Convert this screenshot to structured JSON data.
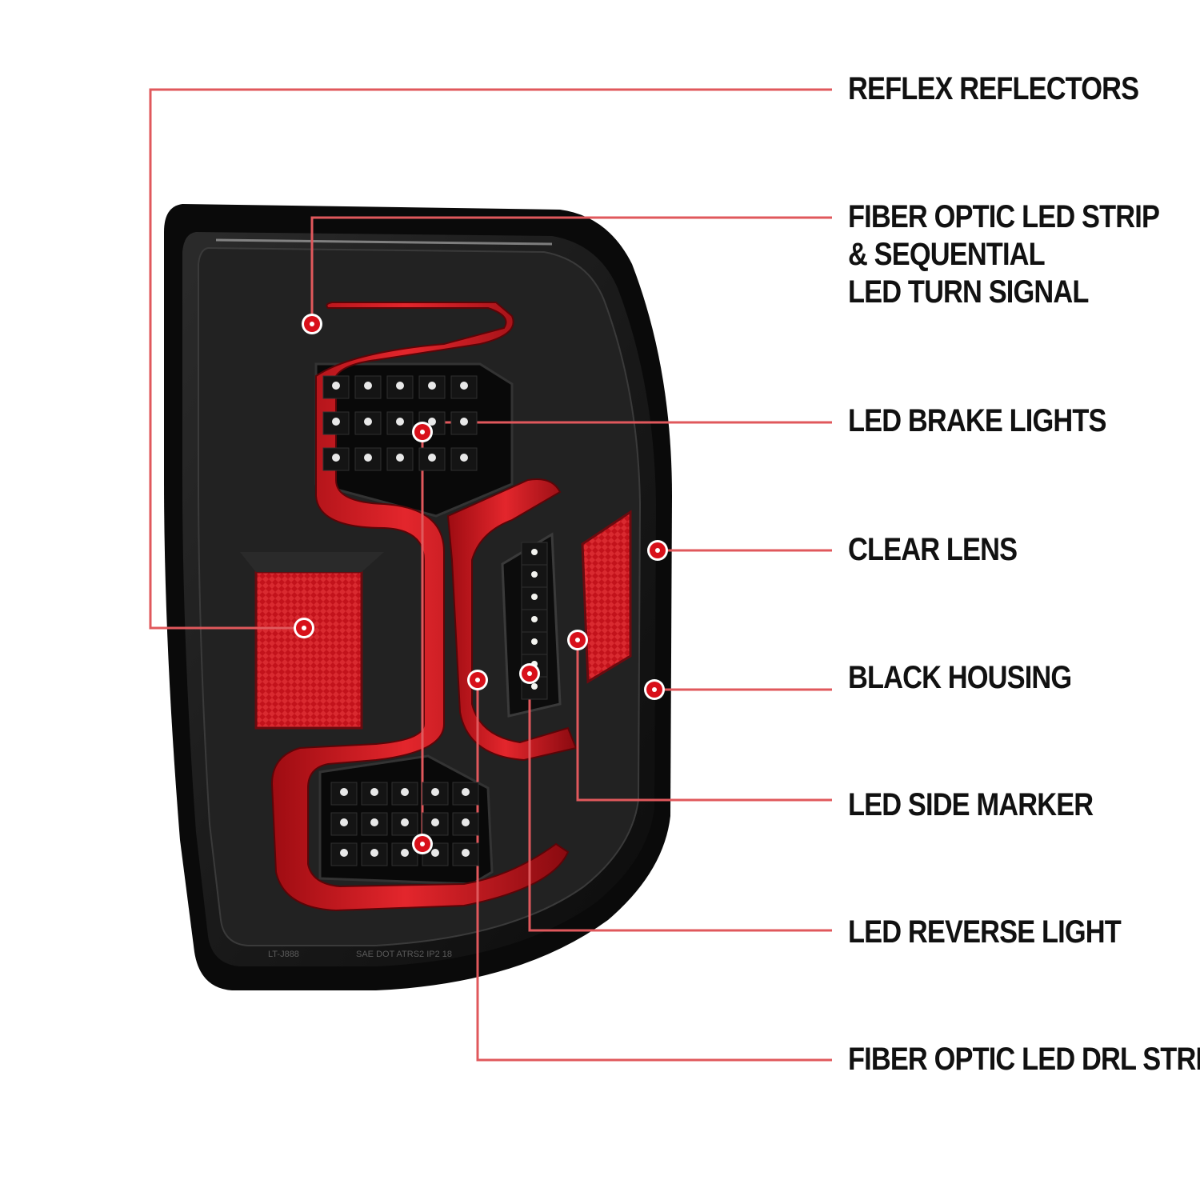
{
  "callouts": [
    {
      "id": "reflex-reflectors",
      "lines": [
        "REFLEX REFLECTORS"
      ]
    },
    {
      "id": "fiber-optic-turn",
      "lines": [
        "FIBER OPTIC LED STRIP",
        "& SEQUENTIAL",
        "LED TURN SIGNAL"
      ]
    },
    {
      "id": "brake-lights",
      "lines": [
        "LED BRAKE LIGHTS"
      ]
    },
    {
      "id": "clear-lens",
      "lines": [
        "CLEAR LENS"
      ]
    },
    {
      "id": "black-housing",
      "lines": [
        "BLACK HOUSING"
      ]
    },
    {
      "id": "side-marker",
      "lines": [
        "LED SIDE MARKER"
      ]
    },
    {
      "id": "reverse-light",
      "lines": [
        "LED REVERSE LIGHT"
      ]
    },
    {
      "id": "drl-strip",
      "lines": [
        "FIBER OPTIC LED DRL STRIP"
      ]
    }
  ],
  "lamp": {
    "part_number": "LT-J888",
    "markings": "SAE DOT ATRS2 IP2 18"
  },
  "colors": {
    "leader": "#e0585c",
    "marker": "#d8101a",
    "housing": "#141414",
    "light_bar": "#c8141c",
    "text": "#111111"
  }
}
